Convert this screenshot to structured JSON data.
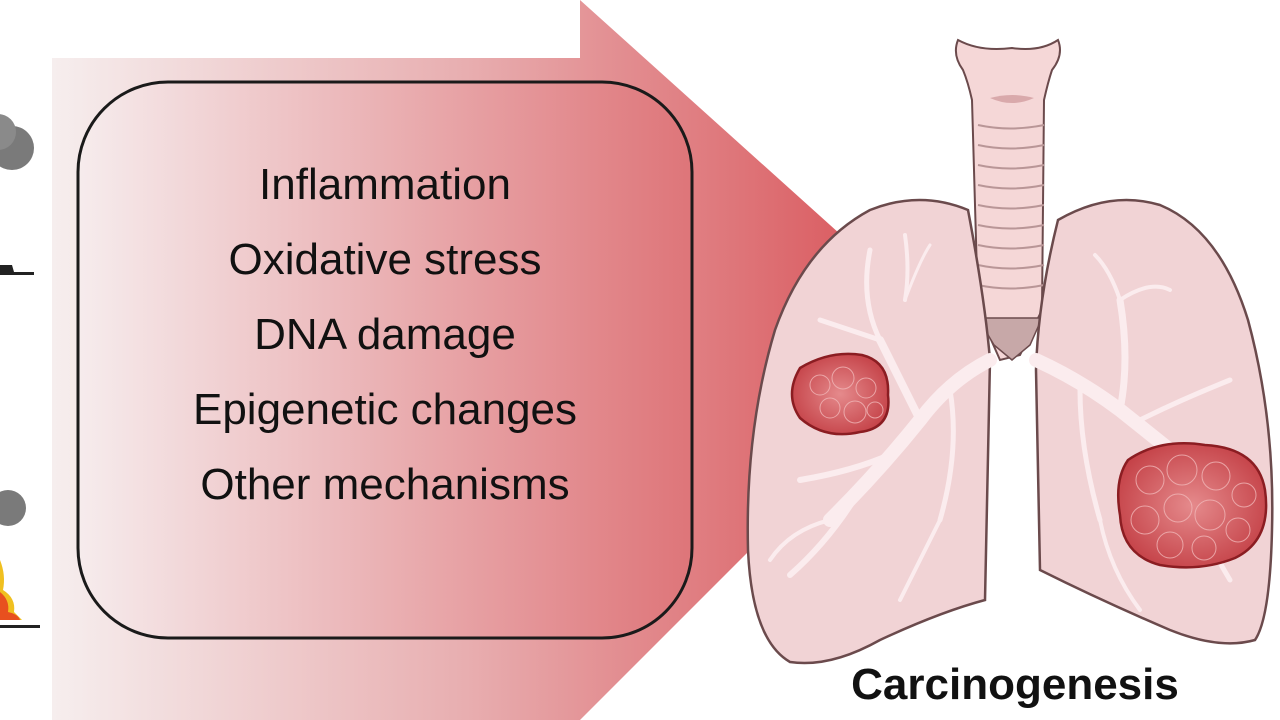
{
  "mechanisms": [
    "Inflammation",
    "Oxidative stress",
    "DNA damage",
    "Epigenetic changes",
    "Other mechanisms"
  ],
  "outcome_label": "Carcinogenesis",
  "colors": {
    "arrow_light": "#f4e8e9",
    "arrow_dark": "#d9575c",
    "lung_fill": "#f2d4d6",
    "lung_stroke": "#6b4a4c",
    "bronchi": "#fbecee",
    "trachea_fill": "#f6d5d6",
    "trachea_base": "#c8aaa9",
    "tumor_fill": "#c9484d",
    "tumor_stroke": "#8b1d22",
    "smoke": "#777777",
    "fire": "#e8501f"
  },
  "icons": [
    "smoke-stack-icon",
    "fire-smoke-icon",
    "lungs-icon",
    "tumor-icon"
  ]
}
